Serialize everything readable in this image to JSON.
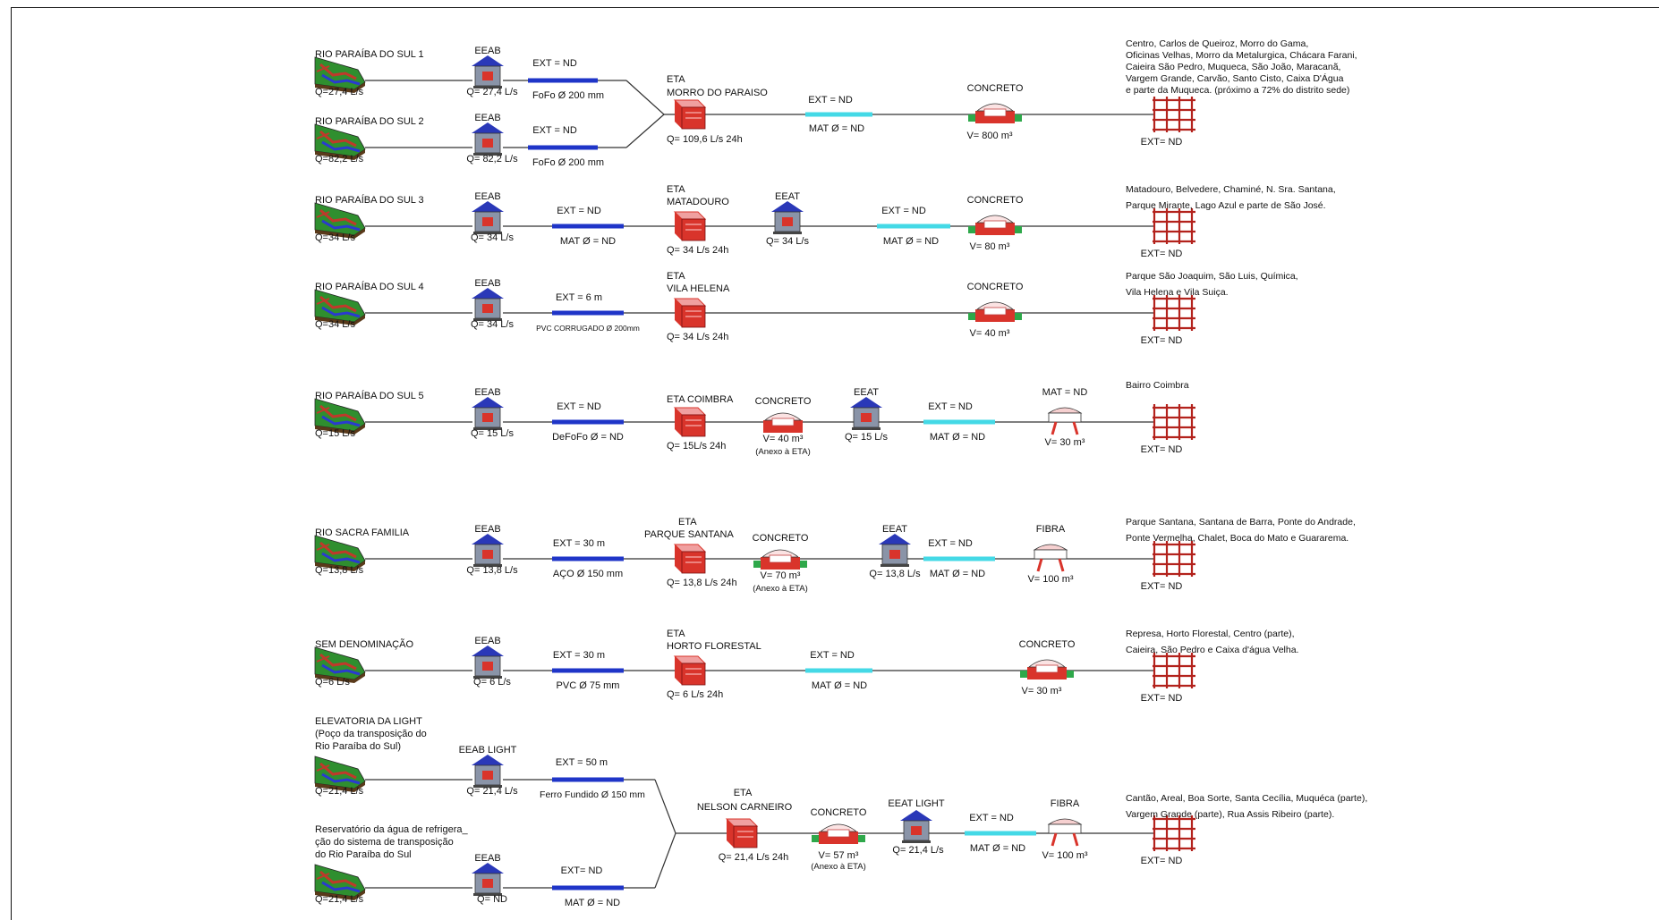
{
  "diagram": {
    "colors": {
      "line": "#333333",
      "pipe_dark": "#1f35c8",
      "pipe_light": "#44d9e6",
      "building_roof": "#2a38b8",
      "building_body": "#8a94a8",
      "eta_red": "#d9342b",
      "network_red": "#b3221c",
      "intake_green": "#2f8f2f",
      "intake_red": "#c0392b",
      "intake_blue": "#2a3ad0",
      "grass_green": "#2ea84a"
    },
    "icons": {
      "intake": "river-intake-icon",
      "pump": "pump-station-icon",
      "eta": "treatment-plant-icon",
      "concrete_tank": "concrete-reservoir-icon",
      "elevated_tank": "elevated-reservoir-icon",
      "network": "distribution-network-icon"
    },
    "rows": [
      {
        "source": "RIO PARAÍBA DO SUL 1",
        "source_q": "Q=27,4 L/s",
        "eeab_label": "EEAB",
        "eeab_q": "Q= 27,4 L/s",
        "pipe_ext": "EXT = ND",
        "pipe_mat": "FoFo Ø 200 mm"
      },
      {
        "source": "RIO PARAÍBA DO SUL 2",
        "source_q": "Q=82,2 L/s",
        "eeab_label": "EEAB",
        "eeab_q": "Q= 82,2 L/s",
        "pipe_ext": "EXT = ND",
        "pipe_mat": "FoFo Ø 200 mm"
      },
      {
        "source": "RIO PARAÍBA DO SUL 3",
        "source_q": "Q=34 L/s",
        "eeab_label": "EEAB",
        "eeab_q": "Q= 34 L/s",
        "pipe_ext": "EXT = ND",
        "pipe_mat": "MAT Ø = ND",
        "eta_label": "ETA",
        "eta_name": "MATADOURO",
        "eta_q": "Q= 34 L/s 24h",
        "eeat_label": "EEAT",
        "eeat_q": "Q= 34 L/s",
        "pipe2_ext": "EXT = ND",
        "pipe2_mat": "MAT Ø = ND",
        "res_label": "CONCRETO",
        "res_vol": "V= 80 m³",
        "net_ext": "EXT= ND",
        "areas": [
          "Matadouro, Belvedere, Chaminé, N. Sra. Santana,",
          "Parque Mirante, Lago Azul e parte de São José."
        ]
      },
      {
        "source": "RIO PARAÍBA DO SUL 4",
        "source_q": "Q=34 L/s",
        "eeab_label": "EEAB",
        "eeab_q": "Q= 34 L/s",
        "pipe_ext": "EXT = 6 m",
        "pipe_mat": "PVC CORRUGADO  Ø 200mm",
        "eta_label": "ETA",
        "eta_name": "VILA HELENA",
        "eta_q": "Q= 34 L/s 24h",
        "res_label": "CONCRETO",
        "res_vol": "V= 40 m³",
        "net_ext": "EXT= ND",
        "areas": [
          "Parque São Joaquim, São Luis, Química,",
          "Vila Helena e Vila Suiça."
        ]
      },
      {
        "source": "RIO PARAÍBA DO SUL 5",
        "source_q": "Q=15 L/s",
        "eeab_label": "EEAB",
        "eeab_q": "Q= 15 L/s",
        "pipe_ext": "EXT = ND",
        "pipe_mat": "DeFoFo Ø  = ND",
        "eta_name": "ETA COIMBRA",
        "eta_q": "Q= 15L/s 24h",
        "res_label": "CONCRETO",
        "res_vol": "V= 40 m³",
        "res_note": "(Anexo à ETA)",
        "eeat_label": "EEAT",
        "eeat_q": "Q= 15 L/s",
        "pipe2_ext": "EXT = ND",
        "pipe2_mat": "MAT Ø = ND",
        "res2_label": "MAT = ND",
        "res2_vol": "V= 30 m³",
        "net_ext": "EXT= ND",
        "areas": [
          "Bairro Coimbra"
        ]
      },
      {
        "source": "RIO SACRA FAMILIA",
        "source_q": "Q=13,8 L/s",
        "eeab_label": "EEAB",
        "eeab_q": "Q= 13,8 L/s",
        "pipe_ext": "EXT = 30 m",
        "pipe_mat": "AÇO Ø 150 mm",
        "eta_label": "ETA",
        "eta_name": "PARQUE SANTANA",
        "eta_q": "Q= 13,8 L/s 24h",
        "res_label": "CONCRETO",
        "res_vol": "V= 70 m³",
        "res_note": "(Anexo à ETA)",
        "eeat_label": "EEAT",
        "eeat_q": "Q= 13,8 L/s",
        "pipe2_ext": "EXT = ND",
        "pipe2_mat": "MAT Ø = ND",
        "res2_label": "FIBRA",
        "res2_vol": "V= 100 m³",
        "net_ext": "EXT= ND",
        "areas": [
          "Parque Santana, Santana de Barra, Ponte do Andrade,",
          "Ponte Vermelha, Chalet, Boca do Mato e Guararema."
        ]
      },
      {
        "source": "SEM DENOMINAÇÃO",
        "source_q": "Q=6 L/s",
        "eeab_label": "EEAB",
        "eeab_q": "Q= 6 L/s",
        "pipe_ext": "EXT = 30 m",
        "pipe_mat": "PVC Ø 75 mm",
        "eta_label": "ETA",
        "eta_name": "HORTO FLORESTAL",
        "eta_q": "Q= 6 L/s 24h",
        "pipe2_ext": "EXT = ND",
        "pipe2_mat": "MAT Ø = ND",
        "res_label": "CONCRETO",
        "res_vol": "V= 30 m³",
        "net_ext": "EXT= ND",
        "areas": [
          "Represa, Horto Florestal, Centro (parte),",
          "Caieira, São Pedro e Caixa d'água Velha."
        ]
      },
      {
        "source_lines": [
          "ELEVATORIA DA LIGHT",
          "(Poço da transposição do",
          "Rio Paraíba do Sul)"
        ],
        "source_q": "Q=21,4 L/s",
        "eeab_label": "EEAB LIGHT",
        "eeab_q": "Q= 21,4 L/s",
        "pipe_ext": "EXT = 50 m",
        "pipe_mat": "Ferro Fundido Ø 150 mm"
      },
      {
        "source_lines": [
          "Reservatório da água de refrigera_",
          "ção do sistema de transposição",
          "do Rio Paraíba do Sul"
        ],
        "source_q": "Q=21,4 L/s",
        "eeab_label": "EEAB",
        "eeab_q": "Q= ND",
        "pipe_ext": "EXT= ND",
        "pipe_mat": "MAT Ø = ND"
      }
    ],
    "group1": {
      "eta_label": "ETA",
      "eta_name": "MORRO DO PARAISO",
      "eta_q": "Q= 109,6 L/s 24h",
      "pipe2_ext": "EXT = ND",
      "pipe2_mat": "MAT Ø = ND",
      "res_label": "CONCRETO",
      "res_vol": "V= 800 m³",
      "net_ext": "EXT= ND",
      "areas": [
        "Centro, Carlos de Queiroz, Morro do Gama,",
        "Oficinas Velhas, Morro da Metalurgica, Chácara Farani,",
        "Caieira São Pedro, Muqueca, São João, Maracanã,",
        "Vargem Grande, Carvão, Santo Cisto, Caixa D'Água",
        "e parte da Muqueca. (próximo a 72% do distrito sede)"
      ]
    },
    "group2": {
      "eta_label": "ETA",
      "eta_name": "NELSON CARNEIRO",
      "eta_q": "Q= 21,4 L/s 24h",
      "res_label": "CONCRETO",
      "res_vol": "V= 57 m³",
      "res_note": "(Anexo à ETA)",
      "eeat_label": "EEAT LIGHT",
      "eeat_q": "Q= 21,4 L/s",
      "pipe2_ext": "EXT = ND",
      "pipe2_mat": "MAT Ø = ND",
      "res2_label": "FIBRA",
      "res2_vol": "V= 100 m³",
      "net_ext": "EXT= ND",
      "areas": [
        "Cantão, Areal, Boa Sorte, Santa Cecília, Muquéca (parte),",
        "Vargem Grande (parte), Rua Assis Ribeiro (parte)."
      ]
    }
  }
}
